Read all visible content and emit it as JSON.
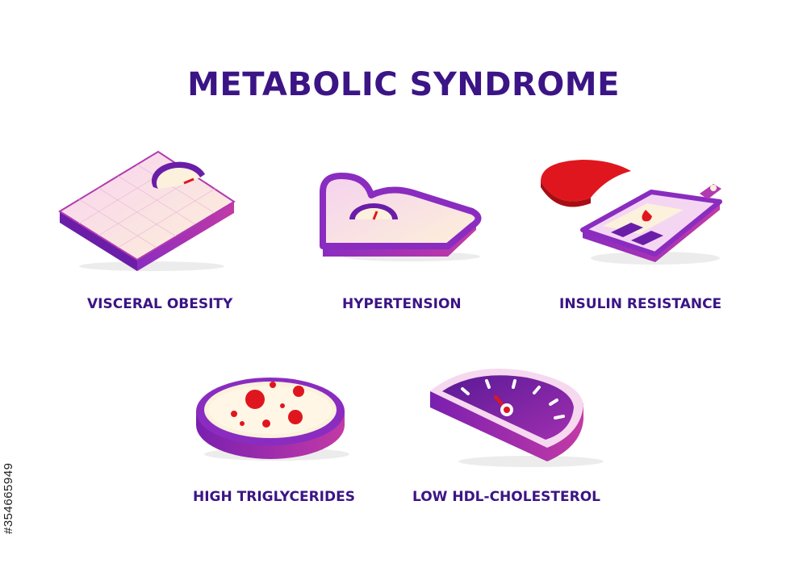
{
  "title": "METABOLIC SYNDROME",
  "items": [
    {
      "label": "VISCERAL OBESITY",
      "icon": "scale-icon"
    },
    {
      "label": "HYPERTENSION",
      "icon": "heart-gauge-icon"
    },
    {
      "label": "INSULIN RESISTANCE",
      "icon": "glucometer-icon"
    },
    {
      "label": "HIGH TRIGLYCERIDES",
      "icon": "petri-dish-icon"
    },
    {
      "label": "LOW HDL-CHOLESTEROL",
      "icon": "speedometer-icon"
    }
  ],
  "stock_id": "#354665949",
  "colors": {
    "title": "#3b1585",
    "purple": "#7a1fb0",
    "magenta": "#b42fa8",
    "red": "#e0161f",
    "cream": "#fbf1dc",
    "pink": "#f6d8ef"
  }
}
